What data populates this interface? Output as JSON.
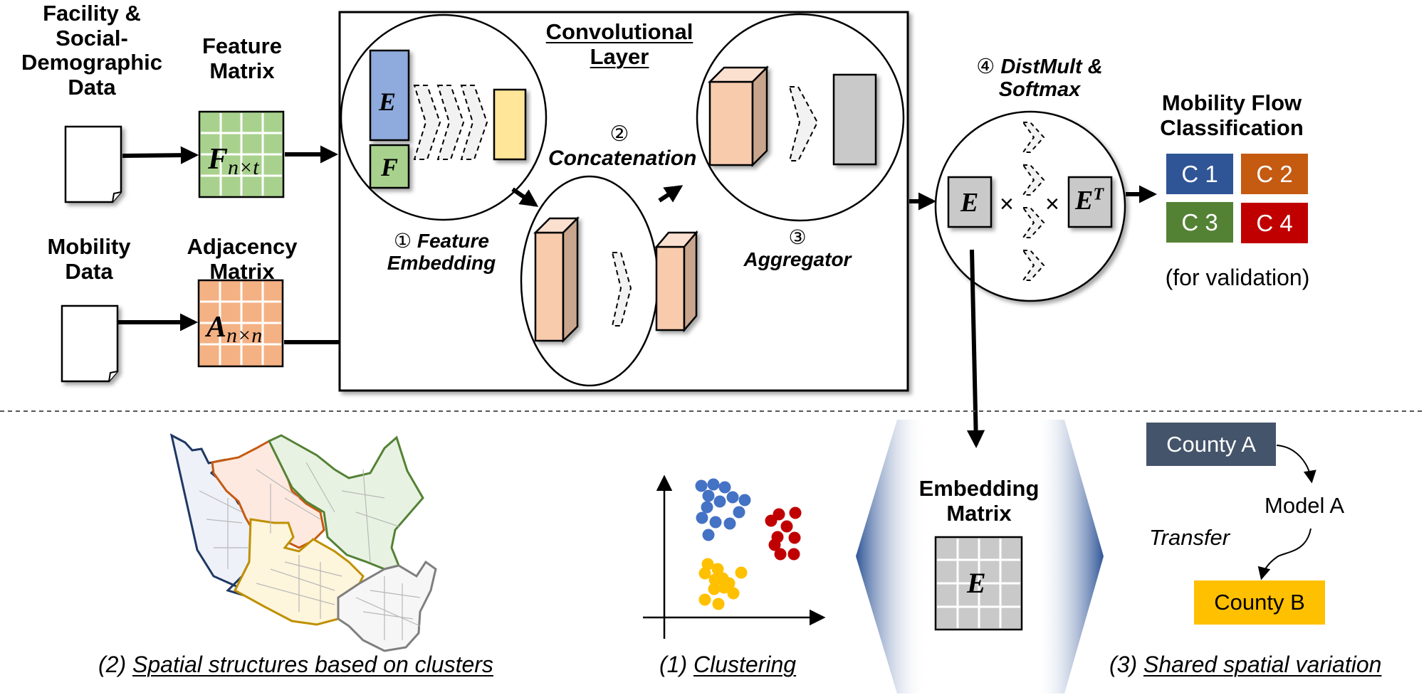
{
  "inputs": {
    "facility_data_label": "Facility & Social-Demographic Data",
    "facility_lines": [
      "Facility &",
      "Social-",
      "Demographic",
      "Data"
    ],
    "mobility_data_lines": [
      "Mobility",
      "Data"
    ],
    "feature_matrix_lines": [
      "Feature",
      "Matrix"
    ],
    "feature_matrix_symbol": "F",
    "feature_matrix_subscript": "n×t",
    "adjacency_matrix_lines": [
      "Adjacency",
      "Matrix"
    ],
    "adjacency_matrix_symbol": "A",
    "adjacency_matrix_subscript": "n×n",
    "feature_matrix_color": "#a9d18e",
    "adjacency_matrix_color": "#f4b183"
  },
  "conv_layer": {
    "title_lines": [
      "Convolutional",
      "Layer"
    ],
    "step1": {
      "num": "①",
      "lines": [
        "Feature",
        "Embedding"
      ]
    },
    "step2": {
      "num": "②",
      "label": "Concatenation"
    },
    "step3": {
      "num": "③",
      "label": "Aggregator"
    },
    "embed_symbol_E": "E",
    "embed_symbol_F": "F",
    "colors": {
      "E_block": "#8faadc",
      "F_block": "#a9d18e",
      "output_block": "#ffe699",
      "cuboid": "#f8cbad",
      "aggregated": "#c9c9c9"
    }
  },
  "distmult": {
    "num": "④",
    "lines": [
      "DistMult &",
      "Softmax"
    ],
    "left_symbol": "E",
    "right_symbol": "E",
    "right_superscript": "T",
    "times": "×"
  },
  "classification": {
    "title_lines": [
      "Mobility Flow",
      "Classification"
    ],
    "classes": [
      {
        "label": "C 1",
        "color": "#2f5597"
      },
      {
        "label": "C 2",
        "color": "#c55a11"
      },
      {
        "label": "C 3",
        "color": "#548235"
      },
      {
        "label": "C 4",
        "color": "#c00000"
      }
    ],
    "note": "(for validation)"
  },
  "embedding_matrix": {
    "title_lines": [
      "Embedding",
      "Matrix"
    ],
    "symbol": "E"
  },
  "applications": {
    "spatial": {
      "prefix": "(2)",
      "text": "Spatial structures based on clusters"
    },
    "clustering": {
      "prefix": "(1)",
      "text": "Clustering"
    },
    "shared": {
      "prefix": "(3)",
      "text": "Shared spatial variation"
    },
    "cluster_colors": {
      "blue": "#4472c4",
      "red": "#c00000",
      "yellow": "#ffc000"
    },
    "map_region_colors": {
      "west": "#1f3864",
      "north": "#c55a11",
      "northeast": "#548235",
      "central": "#bf9000",
      "southeast": "#7f7f7f"
    }
  },
  "transfer": {
    "county_a": "County A",
    "model_a": "Model A",
    "transfer_label": "Transfer",
    "county_b": "County B",
    "county_a_color": "#44546a",
    "county_b_color": "#ffc000"
  }
}
